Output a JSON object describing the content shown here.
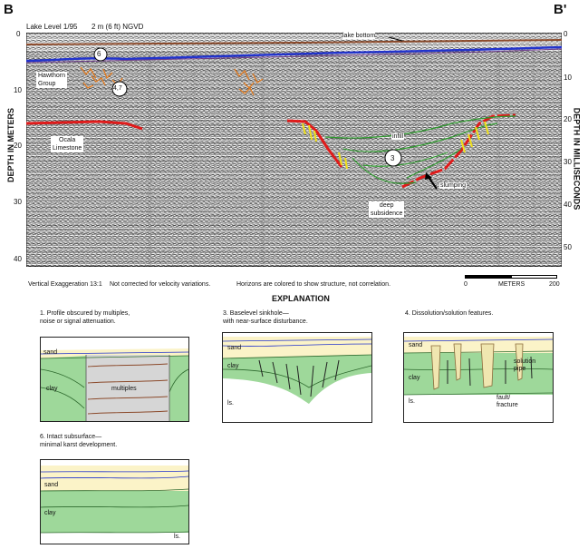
{
  "profile": {
    "left_label": "B",
    "right_label": "B'",
    "lake_level": "Lake Level 1/95",
    "ngvd": "2 m (6 ft) NGVD",
    "lake_bottom": "lake bottom",
    "y_left_label": "DEPTH IN METERS",
    "y_right_label": "DEPTH IN MILLISECONDS",
    "y_left_ticks": [
      "0",
      "10",
      "20",
      "30",
      "40"
    ],
    "y_right_ticks": [
      "0",
      "10",
      "20",
      "30",
      "40",
      "50"
    ],
    "circle_6": "6",
    "circle_47": "4,7",
    "circle_3": "3",
    "hawthorn": [
      "Hawthorn",
      "Group"
    ],
    "ocala": [
      "Ocala",
      "Limestone"
    ],
    "infill": "infill",
    "slumping": "slumping",
    "deep_subsidence": [
      "deep",
      "subsidence"
    ],
    "vertical_exaggeration": "Vertical Exaggeration 13:1",
    "velocity_note": "Not corrected for velocity variations.",
    "horizon_note": "Horizons are colored to show structure, not correlation.",
    "scale_zero": "0",
    "scale_unit": "METERS",
    "scale_max": "200"
  },
  "explanation": {
    "title": "EXPLANATION",
    "panel1": {
      "caption": [
        "1. Profile obscured by multiples,",
        "noise or signal attenuation."
      ],
      "sand": "sand",
      "clay": "clay",
      "multiples": "multiples"
    },
    "panel3": {
      "caption": [
        "3. Baselevel sinkhole—",
        "with near-surface disturbance."
      ],
      "sand": "sand",
      "clay": "clay",
      "ls": "ls."
    },
    "panel4": {
      "caption": [
        "4. Dissolution/solution features."
      ],
      "sand": "sand",
      "clay": "clay",
      "ls": "ls.",
      "solution_pipe": [
        "solution",
        "pipe"
      ],
      "fault_fracture": [
        "fault/",
        "fracture"
      ]
    },
    "panel6": {
      "caption": [
        "6. Intact subsurface—",
        "minimal karst development."
      ],
      "sand": "sand",
      "clay": "clay",
      "ls": "ls."
    }
  },
  "colors": {
    "red_horizon": "#e01b1b",
    "blue_horizon": "#2233cc",
    "brown_lake_bottom": "#8b4a2b",
    "orange_reflector": "#e07a1f",
    "yellow_reflector": "#f0e01a",
    "green_infill": "#2e9a2e",
    "sand_fill": "#fbf3c8",
    "clay_fill": "#9ed89a",
    "multiples_fill": "#d6d6d6"
  }
}
